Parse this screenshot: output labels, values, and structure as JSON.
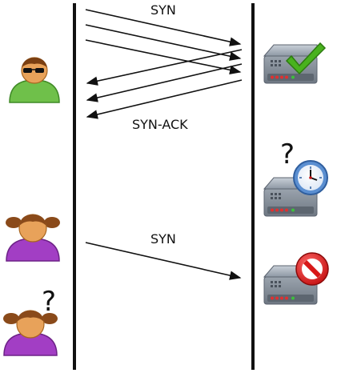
{
  "diagram": {
    "labels": {
      "syn_top": "SYN",
      "syn_ack": "SYN-ACK",
      "syn_bottom": "SYN"
    },
    "question_marks": {
      "server_question": "?",
      "girl_question": "?"
    },
    "actors": {
      "attacker": "person-sunglasses-icon",
      "girl_1": "person-girl-icon",
      "girl_2": "person-girl-confused-icon"
    },
    "servers": {
      "server_ok": "server-checkmark-icon",
      "server_wait": "server-clock-icon",
      "server_blocked": "server-blocked-icon"
    },
    "colors": {
      "line": "#111111",
      "attacker_shirt": "#6fc04a",
      "girl_shirt": "#a23ec4",
      "skin": "#e8a25a",
      "hair": "#8a4a1a",
      "check": "#49b21e",
      "block": "#d81818",
      "clock": "#5b8fd1",
      "server_body": "#8d97a3"
    }
  }
}
